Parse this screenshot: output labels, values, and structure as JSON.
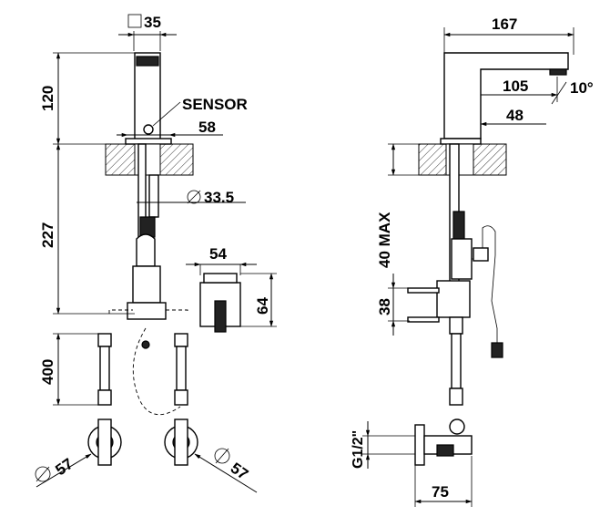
{
  "labels": {
    "square_35": "35",
    "height_120": "120",
    "sensor": "SENSOR",
    "width_58": "58",
    "diameter_33_5": "33.5",
    "height_227": "227",
    "box_width_54": "54",
    "box_height_64": "64",
    "hose_400": "400",
    "diameter_57_left": "57",
    "diameter_57_right": "57",
    "reach_167": "167",
    "reach_105": "105",
    "angle_10": "10°",
    "reach_48": "48",
    "max_40": "40 MAX",
    "height_38": "38",
    "thread_g12": "G1/2\"",
    "width_75": "75"
  }
}
